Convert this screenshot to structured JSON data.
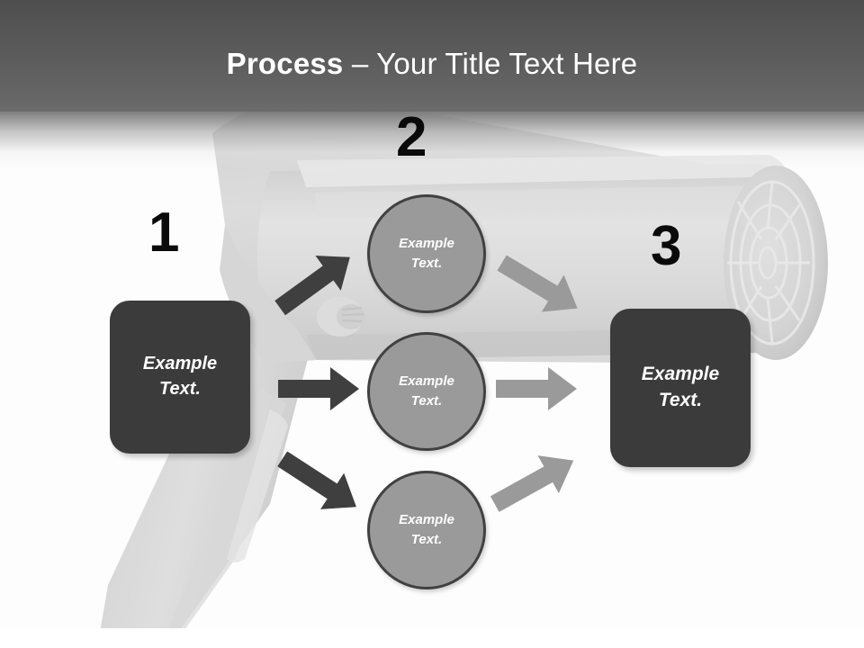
{
  "slide": {
    "title_bold": "Process",
    "title_rest": " – Your Title Text Here",
    "background_image": "hair-dryer-photo",
    "colors": {
      "header_dark": "#4e4e4e",
      "header_light": "#6b6b6b",
      "box_fill": "#3b3b3b",
      "circle_fill": "#9a9a9a",
      "circle_border": "#414141",
      "arrow_dark": "#3f3f3f",
      "arrow_light": "#9a9a9a",
      "number_color": "#0a0a0a",
      "text_on_shape": "#ffffff",
      "canvas": "#fdfdfd"
    }
  },
  "steps": [
    {
      "number": "1",
      "label_line1": "Example",
      "label_line2": "Text."
    },
    {
      "number": "2",
      "label_line1": "Example",
      "label_line2": "Text."
    },
    {
      "number": "3",
      "label_line1": "Example",
      "label_line2": "Text."
    }
  ],
  "middle_nodes": [
    {
      "label_line1": "Example",
      "label_line2": "Text."
    },
    {
      "label_line1": "Example",
      "label_line2": "Text."
    },
    {
      "label_line1": "Example",
      "label_line2": "Text."
    }
  ],
  "connectors": [
    {
      "name": "box1-to-circle1",
      "direction": "up-right",
      "tone": "dark"
    },
    {
      "name": "box1-to-circle2",
      "direction": "right",
      "tone": "dark"
    },
    {
      "name": "box1-to-circle3",
      "direction": "down-right",
      "tone": "dark"
    },
    {
      "name": "circle1-to-box3",
      "direction": "down-right",
      "tone": "light"
    },
    {
      "name": "circle2-to-box3",
      "direction": "right",
      "tone": "light"
    },
    {
      "name": "circle3-to-box3",
      "direction": "up-right",
      "tone": "light"
    }
  ]
}
